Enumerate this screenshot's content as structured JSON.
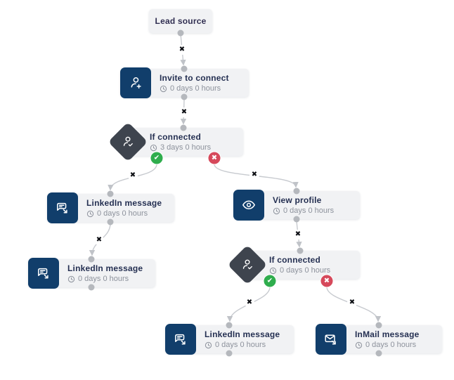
{
  "flow": {
    "nodes": [
      {
        "id": "lead-source",
        "title": "Lead source"
      },
      {
        "id": "invite-to-connect",
        "title": "Invite to connect",
        "delay": "0 days 0 hours"
      },
      {
        "id": "if-connected-1",
        "title": "If connected",
        "delay": "3 days 0 hours"
      },
      {
        "id": "linkedin-message-1",
        "title": "LinkedIn message",
        "delay": "0 days 0 hours"
      },
      {
        "id": "linkedin-message-2",
        "title": "LinkedIn message",
        "delay": "0 days 0 hours"
      },
      {
        "id": "view-profile",
        "title": "View profile",
        "delay": "0 days 0 hours"
      },
      {
        "id": "if-connected-2",
        "title": "If connected",
        "delay": "0 days 0 hours"
      },
      {
        "id": "linkedin-message-3",
        "title": "LinkedIn message",
        "delay": "0 days 0 hours"
      },
      {
        "id": "inmail-message",
        "title": "InMail message",
        "delay": "0 days 0 hours"
      }
    ]
  },
  "icons": {
    "delete_edge": "✖",
    "branch_yes": "✔",
    "branch_no": "✖"
  },
  "colors": {
    "accent_navy": "#113e6b",
    "condition_gray": "#3e444e",
    "card_bg": "#f1f2f4",
    "success_green": "#2fad4d",
    "danger_red": "#d6495b",
    "edge_gray": "#c7cacf",
    "handle_gray": "#b5b8bd",
    "title_navy": "#253052",
    "subtitle_gray": "#8d929c"
  }
}
